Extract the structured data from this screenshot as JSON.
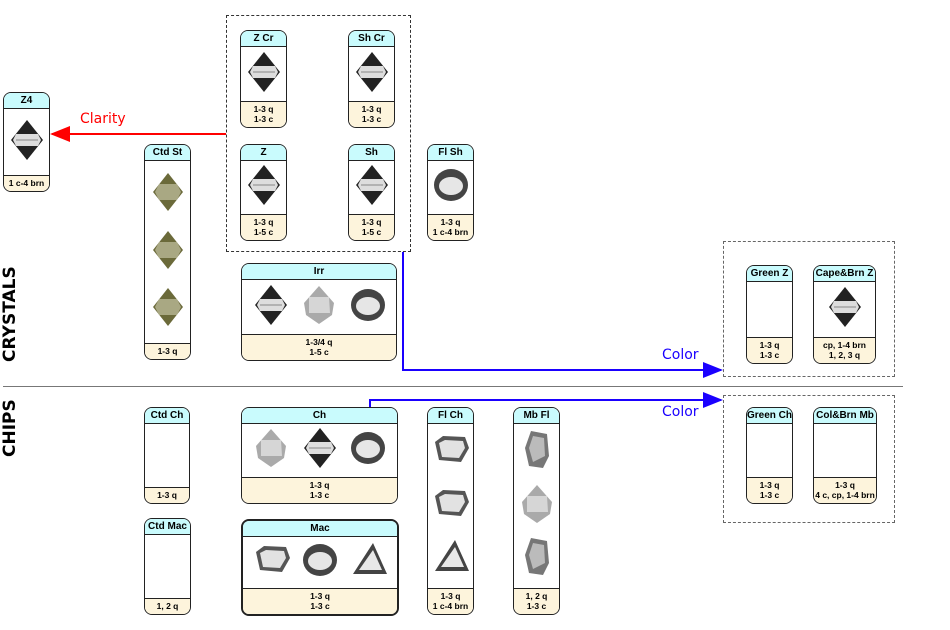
{
  "sections": {
    "crystals": "CRYSTALS",
    "chips": "CHIPS"
  },
  "arrows": {
    "clarity": "Clarity",
    "color_crystals": "Color",
    "color_chips": "Color"
  },
  "colors": {
    "clarity": "#ff0000",
    "color": "#1a00ff",
    "header": "#c9fbfd",
    "footer": "#fdf4dc"
  },
  "cards": [
    {
      "id": "z4",
      "title": "Z4",
      "footer": [
        "1 c-4 brn"
      ],
      "images": [
        "octahedron"
      ]
    },
    {
      "id": "ctd-st",
      "title": "Ctd St",
      "footer": [
        "1-3 q"
      ],
      "images": [
        "coated",
        "coated",
        "coated"
      ]
    },
    {
      "id": "z-cr",
      "title": "Z Cr",
      "footer": [
        "1-3 q",
        "1-3 c"
      ],
      "images": [
        "octahedron"
      ]
    },
    {
      "id": "sh-cr",
      "title": "Sh Cr",
      "footer": [
        "1-3 q",
        "1-3 c"
      ],
      "images": [
        "octahedron"
      ]
    },
    {
      "id": "z",
      "title": "Z",
      "footer": [
        "1-3 q",
        "1-5 c"
      ],
      "images": [
        "octahedron"
      ]
    },
    {
      "id": "sh",
      "title": "Sh",
      "footer": [
        "1-3 q",
        "1-5 c"
      ],
      "images": [
        "octahedron"
      ]
    },
    {
      "id": "fl-sh",
      "title": "Fl Sh",
      "footer": [
        "1-3 q",
        "1 c-4 brn"
      ],
      "images": [
        "rounded"
      ]
    },
    {
      "id": "irr",
      "title": "Irr",
      "footer": [
        "1-3/4 q",
        "1-5 c"
      ],
      "images": [
        "octahedron",
        "light",
        "rounded"
      ]
    },
    {
      "id": "green-z",
      "title": "Green Z",
      "footer": [
        "1-3 q",
        "1-3 c"
      ],
      "images": []
    },
    {
      "id": "cape-brn-z",
      "title": "Cape&Brn Z",
      "footer": [
        "cp, 1-4 brn",
        "1, 2, 3 q"
      ],
      "images": [
        "octahedron"
      ]
    },
    {
      "id": "ctd-ch",
      "title": "Ctd Ch",
      "footer": [
        "1-3 q"
      ],
      "images": []
    },
    {
      "id": "ch",
      "title": "Ch",
      "footer": [
        "1-3 q",
        "1-3 c"
      ],
      "images": [
        "light",
        "octahedron",
        "rounded"
      ]
    },
    {
      "id": "fl-ch",
      "title": "Fl Ch",
      "footer": [
        "1-3 q",
        "1 c-4 brn"
      ],
      "images": [
        "flat",
        "flat",
        "triangle"
      ]
    },
    {
      "id": "mb-fl",
      "title": "Mb Fl",
      "footer": [
        "1, 2 q",
        "1-3 c"
      ],
      "images": [
        "shard",
        "light",
        "shard"
      ]
    },
    {
      "id": "ctd-mac",
      "title": "Ctd Mac",
      "footer": [
        "1, 2 q"
      ],
      "images": []
    },
    {
      "id": "mac",
      "title": "Mac",
      "footer": [
        "1-3 q",
        "1-3 c"
      ],
      "images": [
        "flat",
        "rounded",
        "triangle"
      ]
    },
    {
      "id": "green-ch",
      "title": "Green Ch",
      "footer": [
        "1-3 q",
        "1-3 c"
      ],
      "images": []
    },
    {
      "id": "col-brn-mb",
      "title": "Col&Brn Mb",
      "footer": [
        "1-3 q",
        "4 c, cp, 1-4 brn"
      ],
      "images": []
    }
  ]
}
